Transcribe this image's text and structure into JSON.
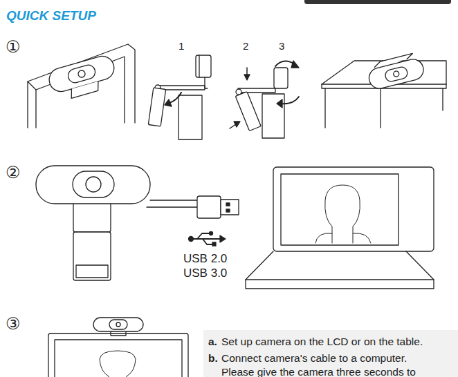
{
  "diagram": {
    "title": "QUICK SETUP",
    "labels": [
      "①",
      "1",
      "2",
      "3",
      "②",
      "USB 2.0",
      "USB 3.0",
      "③",
      "a.",
      "Set up camera on the LCD or on the table.",
      "b.",
      "Connect camera's cable to a computer.",
      "Please give the camera three seconds to"
    ]
  }
}
